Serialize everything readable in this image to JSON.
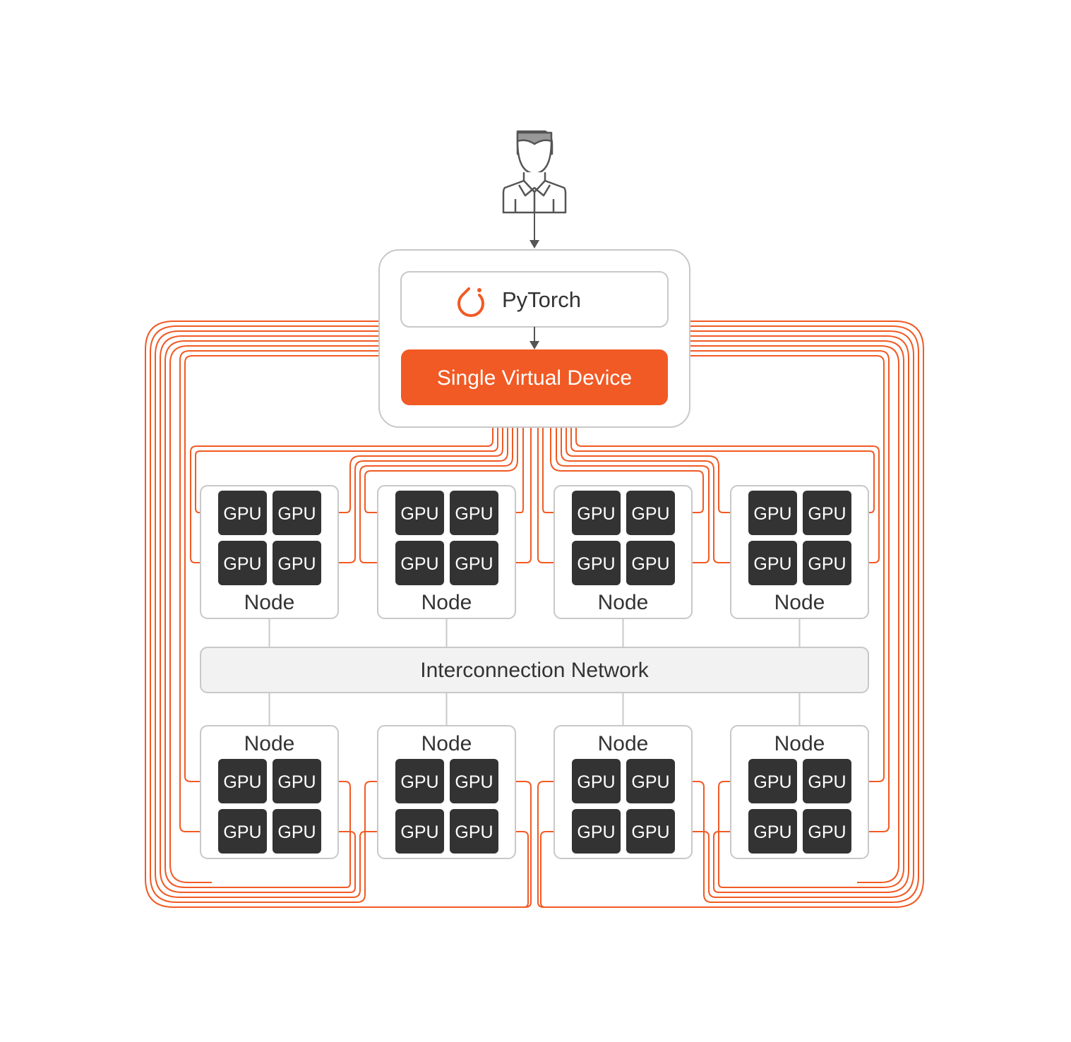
{
  "colors": {
    "accent": "#f15a24",
    "gpu_fill": "#333333",
    "box_border": "#c8c8c8",
    "network_fill": "#f2f2f2",
    "text": "#333333",
    "icon_gray": "#555555"
  },
  "user": {
    "icon": "user-icon"
  },
  "framework": {
    "label": "PyTorch",
    "icon": "pytorch-logo-icon"
  },
  "virtual_device": {
    "label": "Single Virtual Device"
  },
  "network": {
    "label": "Interconnection Network"
  },
  "nodes_top": [
    {
      "label": "Node",
      "gpus": [
        "GPU",
        "GPU",
        "GPU",
        "GPU"
      ]
    },
    {
      "label": "Node",
      "gpus": [
        "GPU",
        "GPU",
        "GPU",
        "GPU"
      ]
    },
    {
      "label": "Node",
      "gpus": [
        "GPU",
        "GPU",
        "GPU",
        "GPU"
      ]
    },
    {
      "label": "Node",
      "gpus": [
        "GPU",
        "GPU",
        "GPU",
        "GPU"
      ]
    }
  ],
  "nodes_bottom": [
    {
      "label": "Node",
      "gpus": [
        "GPU",
        "GPU",
        "GPU",
        "GPU"
      ]
    },
    {
      "label": "Node",
      "gpus": [
        "GPU",
        "GPU",
        "GPU",
        "GPU"
      ]
    },
    {
      "label": "Node",
      "gpus": [
        "GPU",
        "GPU",
        "GPU",
        "GPU"
      ]
    },
    {
      "label": "Node",
      "gpus": [
        "GPU",
        "GPU",
        "GPU",
        "GPU"
      ]
    }
  ]
}
